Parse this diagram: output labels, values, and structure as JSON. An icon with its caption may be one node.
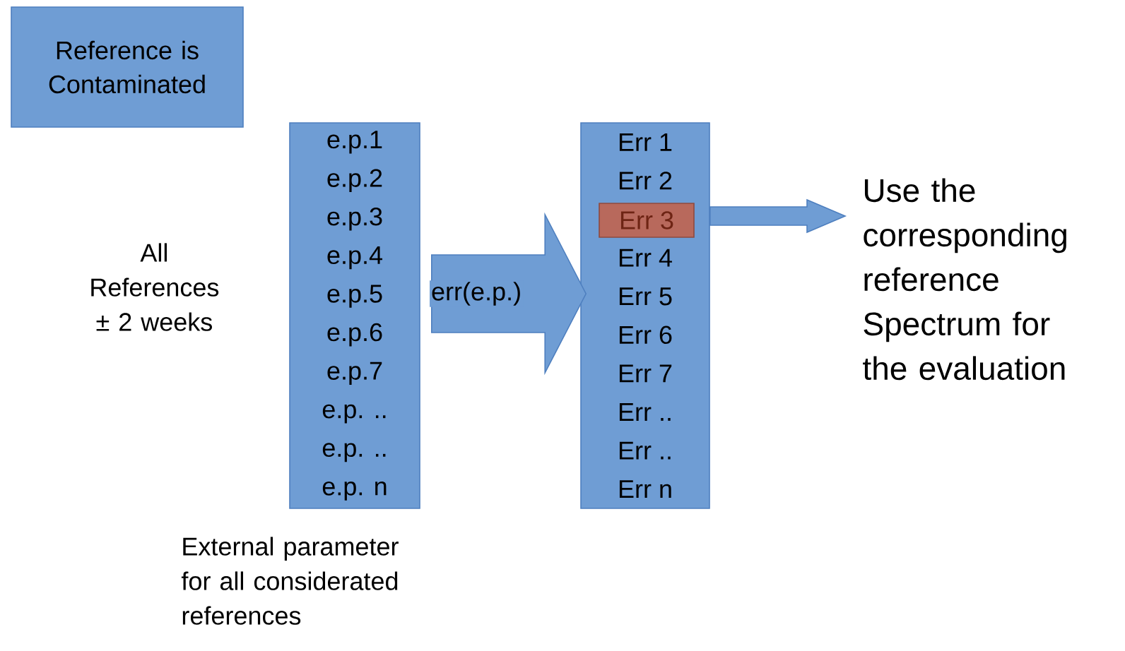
{
  "diagram": {
    "nodes": [
      {
        "text": [
          "Reference is Contaminated"
        ]
      },
      {
        "text": [
          "e.p.1",
          "e.p.2",
          "e.p.3",
          "e.p.4",
          "e.p.5",
          "e.p.6",
          "e.p.7",
          "e.p.  ..",
          "e.p. ..",
          "e.p. n"
        ]
      },
      {
        "text": [
          "Err 1",
          "Err 2",
          "Err 4",
          "Err 5",
          "Err 6",
          "Err 7",
          "Err ..",
          "Err ..",
          "Err n"
        ]
      },
      {
        "text": [
          "Err 3"
        ],
        "in": 2
      },
      {
        "text": [
          "Use the corresponding reference Spectrum for the evaluation"
        ]
      }
    ],
    "edges": [
      {
        "from": 1,
        "to": 2,
        "arrow": "to",
        "label": "err(e.p.)",
        "style": "thick"
      },
      {
        "from": 3,
        "to": 4,
        "arrow": "to"
      }
    ],
    "labels": [
      "All References ± 2 weeks",
      "External parameter for all considerated references"
    ]
  }
}
